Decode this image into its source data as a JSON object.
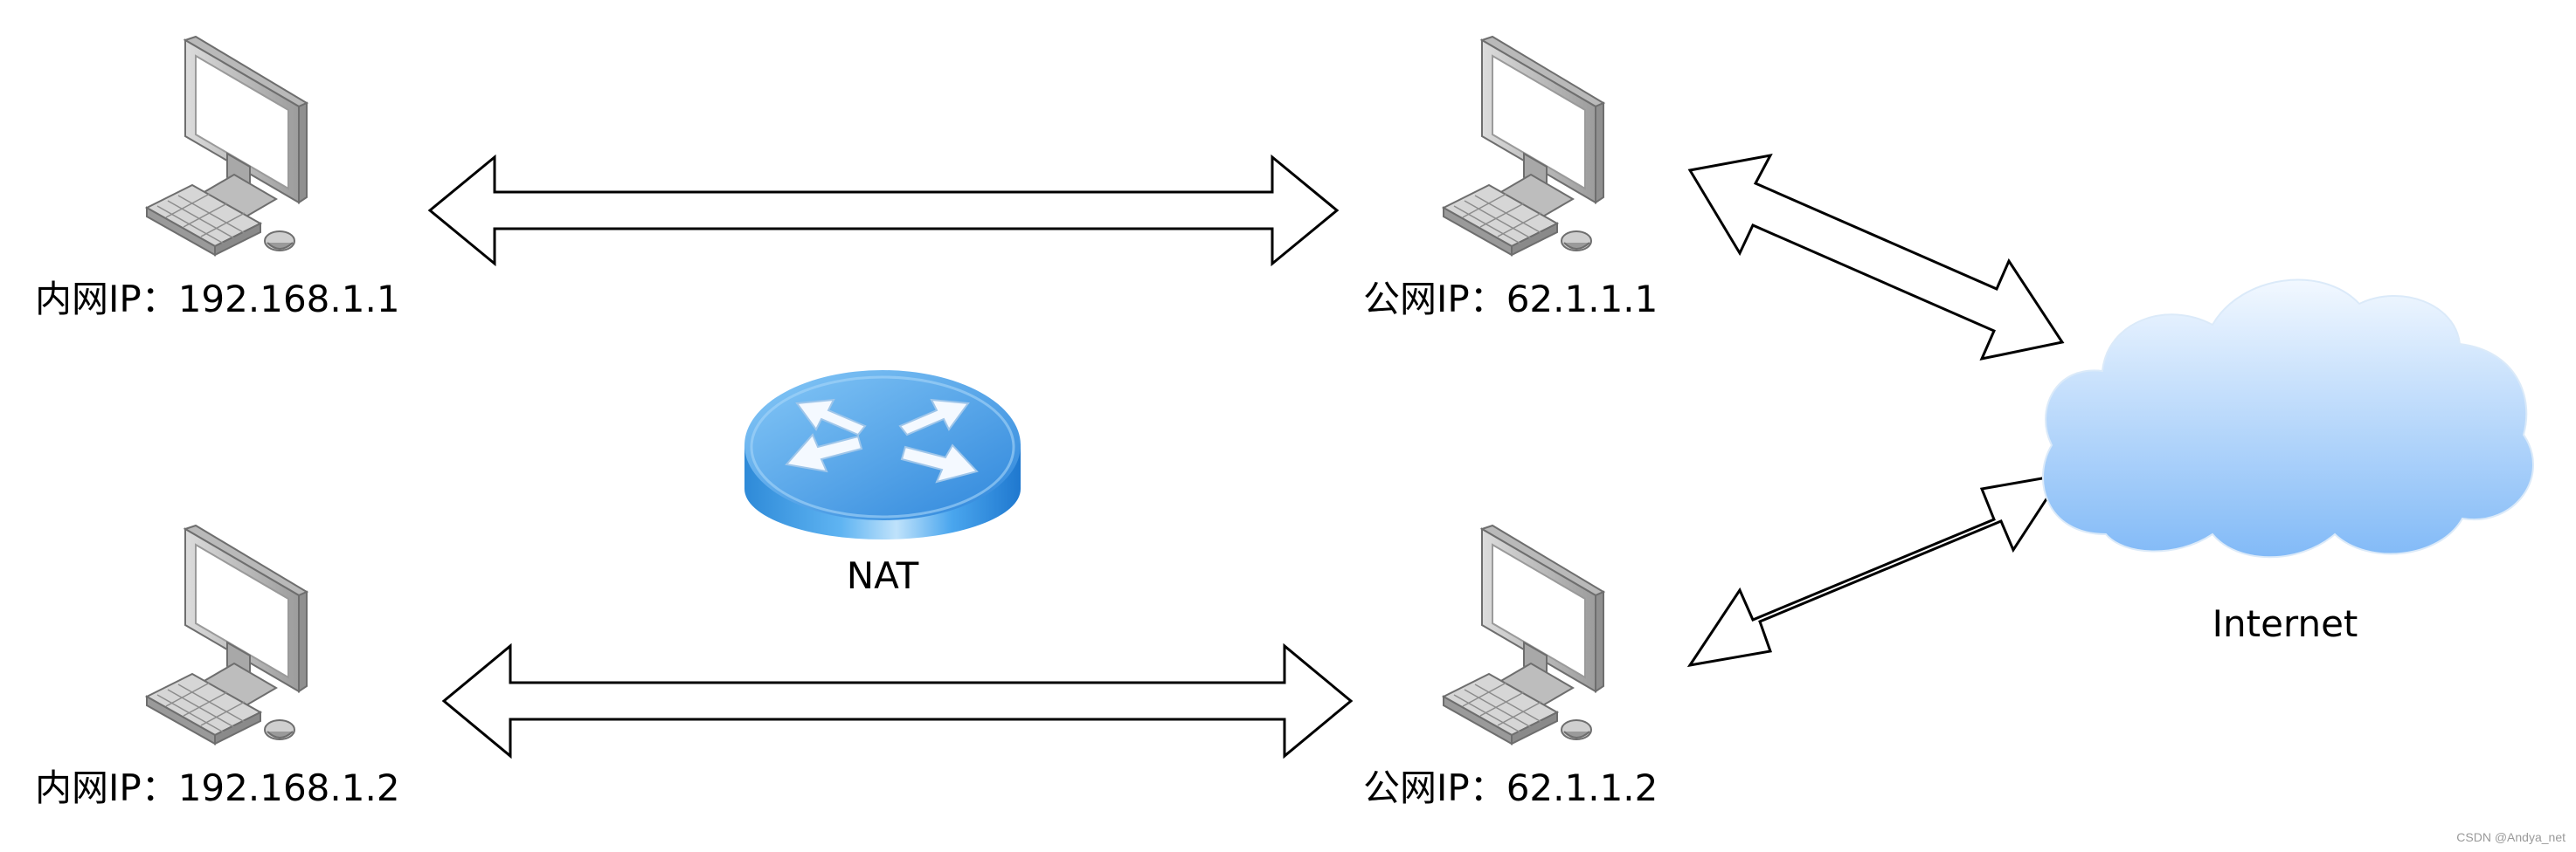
{
  "nodes": {
    "private_host_1": {
      "label": "内网IP：192.168.1.1"
    },
    "private_host_2": {
      "label": "内网IP：192.168.1.2"
    },
    "public_host_1": {
      "label": "公网IP：62.1.1.1"
    },
    "public_host_2": {
      "label": "公网IP：62.1.1.2"
    },
    "router": {
      "label": "NAT"
    },
    "cloud": {
      "label": "Internet"
    }
  },
  "watermark": "CSDN @Andya_net",
  "icons": {
    "host": "computer-icon",
    "router": "router-icon",
    "cloud": "cloud-icon",
    "link": "double-arrow"
  },
  "colors": {
    "router_light": "#c4e4fb",
    "router_dark": "#2f86d8",
    "cloud_top": "#eef6fe",
    "cloud_bottom": "#86bdf8",
    "stroke": "#000000"
  }
}
